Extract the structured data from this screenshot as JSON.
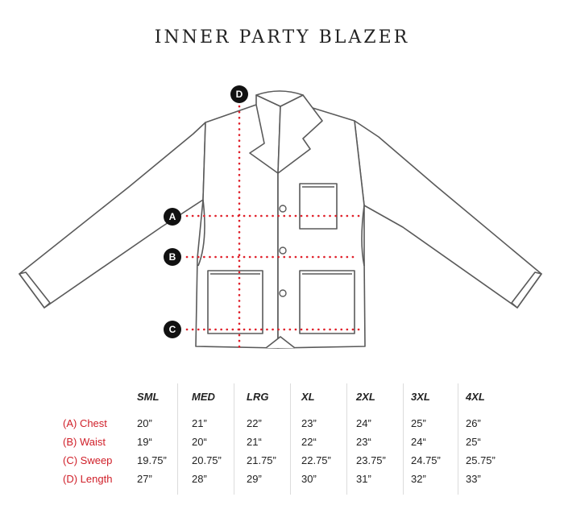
{
  "title": "INNER PARTY BLAZER",
  "markers": {
    "a": "A",
    "b": "B",
    "c": "C",
    "d": "D"
  },
  "colors": {
    "accent": "#d0202a",
    "outline": "#555555",
    "marker_bg": "#111111"
  },
  "table": {
    "sizes": [
      "SML",
      "MED",
      "LRG",
      "XL",
      "2XL",
      "3XL",
      "4XL"
    ],
    "rows": [
      {
        "label": "(A) Chest",
        "values": [
          "20”",
          "21”",
          "22”",
          "23”",
          "24”",
          "25”",
          "26”"
        ]
      },
      {
        "label": "(B) Waist",
        "values": [
          "19“",
          "20“",
          "21“",
          "22“",
          "23“",
          "24“",
          "25“"
        ]
      },
      {
        "label": "(C) Sweep",
        "values": [
          "19.75”",
          "20.75”",
          "21.75”",
          "22.75”",
          "23.75”",
          "24.75”",
          "25.75”"
        ]
      },
      {
        "label": "(D) Length",
        "values": [
          "27”",
          "28”",
          "29”",
          "30”",
          "31”",
          "32”",
          "33”"
        ]
      }
    ]
  }
}
